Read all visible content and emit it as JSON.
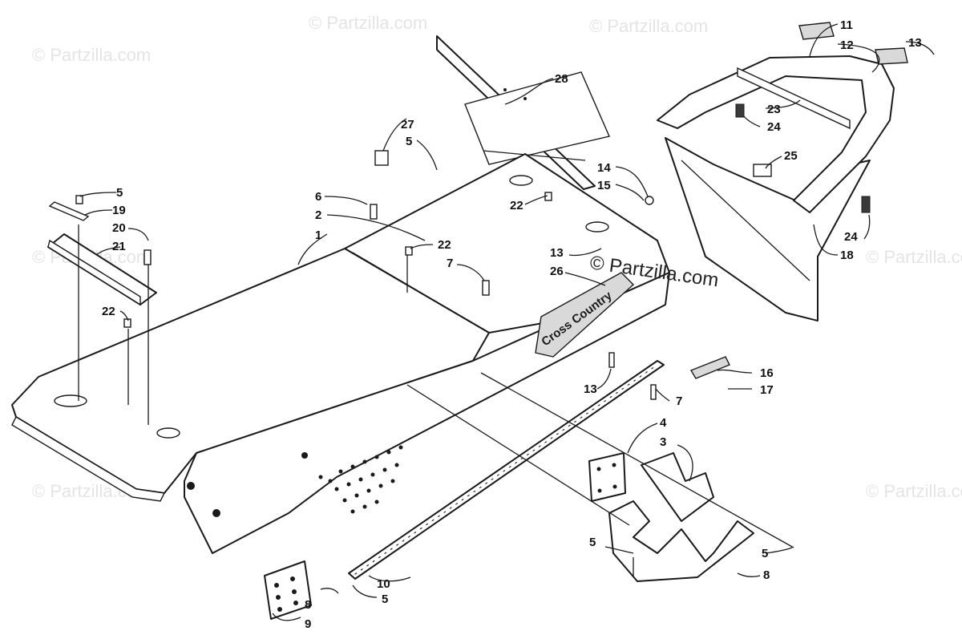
{
  "watermark": {
    "text": "© Partzilla.com",
    "main_text": "© Partzilla.com"
  },
  "callouts": {
    "c1": "1",
    "c2": "2",
    "c3": "3",
    "c4": "4",
    "c5a": "5",
    "c5b": "5",
    "c5c": "5",
    "c5d": "5",
    "c5e": "5",
    "c6": "6",
    "c7a": "7",
    "c7b": "7",
    "c8a": "8",
    "c8b": "8",
    "c9": "9",
    "c10": "10",
    "c11": "11",
    "c12": "12",
    "c13a": "13",
    "c13b": "13",
    "c13c": "13",
    "c14": "14",
    "c15": "15",
    "c16": "16",
    "c17": "17",
    "c18": "18",
    "c19": "19",
    "c20": "20",
    "c21": "21",
    "c22a": "22",
    "c22b": "22",
    "c22c": "22",
    "c23": "23",
    "c24a": "24",
    "c24b": "24",
    "c25": "25",
    "c26": "26",
    "c27": "27",
    "c28": "28"
  },
  "decal_text": "Cross Country"
}
